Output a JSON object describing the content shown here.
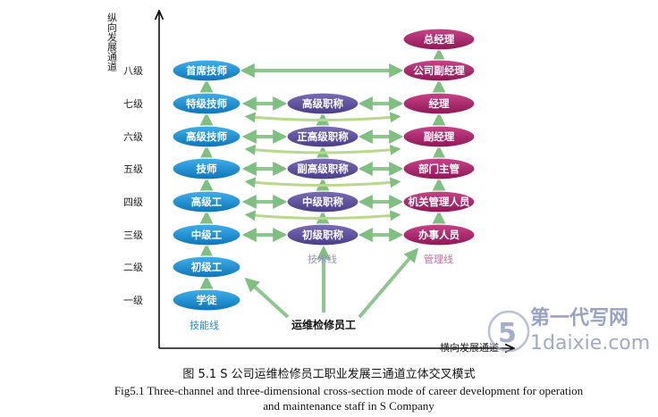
{
  "axes": {
    "vertical": "纵向发展通道",
    "horizontal": "横向发展通道"
  },
  "levels": [
    "八级",
    "七级",
    "六级",
    "五级",
    "四级",
    "三级",
    "二级",
    "一级"
  ],
  "skill_track": {
    "label": "技能线",
    "nodes": [
      "首席技师",
      "特级技师",
      "高级技师",
      "技师",
      "高级工",
      "中级工",
      "初级工",
      "学徒"
    ]
  },
  "tech_track": {
    "label": "技术线",
    "nodes": [
      "高级职称",
      "正高级职称",
      "副高级职称",
      "中级职称",
      "初级职称"
    ]
  },
  "mgmt_track": {
    "label": "管理线",
    "nodes": [
      "总经理",
      "公司副经理",
      "经理",
      "副经理",
      "部门主管",
      "机关管理人员",
      "办事人员"
    ]
  },
  "origin": "运维检修员工",
  "watermark": {
    "chinese": "第一代写网",
    "latin": "1daixie.com"
  },
  "caption": {
    "chinese": "图 5.1 S 公司运维检修员工职业发展三通道立体交叉模式",
    "english_line1": "Fig5.1 Three-channel and three-dimensional cross-section mode of career development for operation",
    "english_line2": "and maintenance staff in S Company"
  },
  "colors": {
    "skill": "#1a8fd0",
    "tech": "#5d4f9e",
    "mgmt": "#a8276b",
    "arrow": "#8dc68e"
  }
}
